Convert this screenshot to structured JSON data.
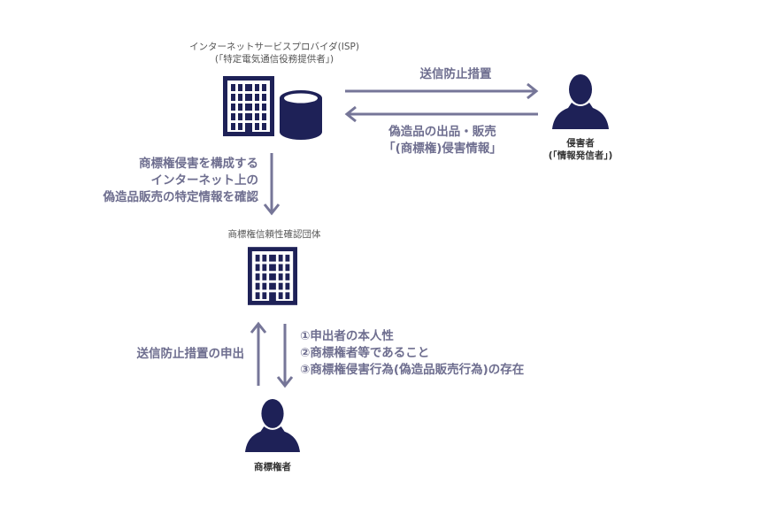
{
  "colors": {
    "icon": "#1e2157",
    "arrow": "#767698",
    "edge_text": "#6e6e8f",
    "small_text": "#555555",
    "actor_text": "#333333"
  },
  "isp": {
    "title_line1": "インターネットサービスプロバイダ(ISP)",
    "title_line2": "(「特定電気通信役務提供者」)",
    "icons": [
      "building-icon",
      "database-icon"
    ]
  },
  "infringer": {
    "label_line1": "侵害者",
    "label_line2": "(「情報発信者」)",
    "icon": "person-icon"
  },
  "verifier": {
    "title": "商標権信頼性確認団体",
    "icon": "building-icon"
  },
  "rights_holder": {
    "label": "商標権者",
    "icon": "person-icon"
  },
  "edges": {
    "isp_to_infringer": {
      "label": "送信防止措置",
      "direction": "right"
    },
    "infringer_to_isp": {
      "label_line1": "偽造品の出品・販売",
      "label_line2": "「(商標権)侵害情報」",
      "direction": "left"
    },
    "isp_to_verifier": {
      "label_line1": "商標権侵害を構成する",
      "label_line2": "インターネット上の",
      "label_line3": "偽造品販売の特定情報を確認",
      "direction": "down"
    },
    "rights_holder_to_verifier": {
      "label": "送信防止措置の申出",
      "direction": "up"
    },
    "verifier_to_rights_holder": {
      "items": [
        "①申出者の本人性",
        "②商標権者等であること",
        "③商標権侵害行為(偽造品販売行為)の存在"
      ],
      "direction": "down"
    }
  }
}
